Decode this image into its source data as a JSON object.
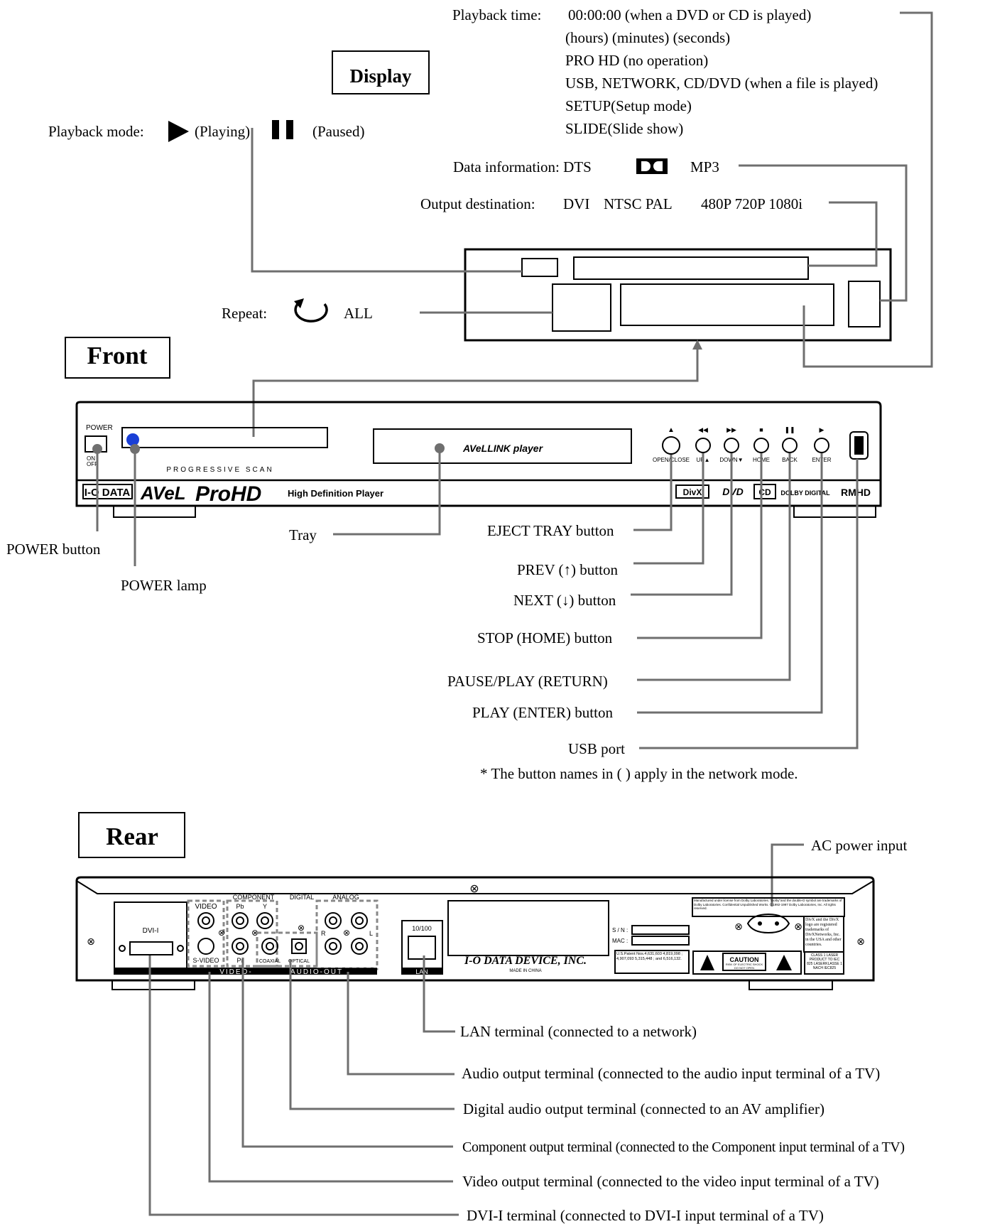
{
  "display": {
    "section_label": "Display",
    "playback_time": {
      "label": "Playback time:",
      "line1": "00:00:00 (when a DVD or CD is played)",
      "line2": "(hours) (minutes) (seconds)",
      "line3": "PRO HD (no operation)",
      "line4": "USB, NETWORK, CD/DVD (when a file is played)",
      "line5": "SETUP(Setup mode)",
      "line6": "SLIDE(Slide show)"
    },
    "playback_mode": {
      "label": "Playback mode:",
      "playing": "(Playing)",
      "paused": "(Paused)"
    },
    "data_information": {
      "label": "Data information: DTS",
      "mp3": "MP3"
    },
    "output_destination": {
      "label": "Output destination:",
      "dvi": "DVI",
      "ntsc_pal": "NTSC PAL",
      "resolutions": "480P 720P 1080i"
    },
    "repeat": {
      "label": "Repeat:",
      "all": "ALL"
    }
  },
  "front": {
    "section_label": "Front",
    "panel": {
      "power": "POWER",
      "on": "ON",
      "off": "OFF",
      "progressive": "PROGRESSIVE SCAN",
      "brand": "I-O DATA",
      "avel": "AVeL",
      "prohd": "ProHD",
      "player_desc": "High Definition Player",
      "tray_logo": "AVeLLINK player",
      "btn_open_close": "OPEN/CLOSE",
      "btn_up": "UP▲",
      "btn_down": "DOWN▼",
      "btn_home": "HOME",
      "btn_back": "BACK",
      "btn_enter": "ENTER",
      "logo_divx": "DivX",
      "logo_dvd": "DVD",
      "logo_cd": "CD",
      "logo_dolby": "DOLBY DIGITAL",
      "logo_rm": "RMHD"
    },
    "labels": {
      "power_button": "POWER button",
      "power_lamp": "POWER lamp",
      "tray": "Tray",
      "eject": "EJECT TRAY button",
      "prev": "PREV (↑) button",
      "next": "NEXT (↓) button",
      "stop": "STOP (HOME) button",
      "pause": "PAUSE/PLAY (RETURN)",
      "play": "PLAY (ENTER) button",
      "usb": "USB port"
    },
    "footnote": "* The button names in ( ) apply in the network mode."
  },
  "rear": {
    "section_label": "Rear",
    "panel": {
      "dvi": "DVI-I",
      "video_out": "VIDEO-OUT",
      "video": "VIDEO",
      "svideo": "S-VIDEO",
      "component": "COMPONENT",
      "pb": "Pb",
      "y": "Y",
      "pr": "Pr",
      "digital": "DIGITAL",
      "analog": "ANALOG",
      "coaxial": "COAXIAL",
      "optical": "OPTICAL",
      "audio_out": "AUDIO-OUT",
      "r": "R",
      "l": "L",
      "lan_speed": "10/100",
      "lan": "LAN",
      "company": "I-O DATA DEVICE, INC.",
      "made_in": "MADE IN CHINA",
      "sn": "S / N :",
      "mac": "MAC :",
      "patent": "U.S.Patent Nos.4,631,603 4,819,098 ; 4,907,093 5,315,448 ; and 6,516,132.",
      "caution": "CAUTION",
      "caution_sub": "RISK OF ELECTRIC SHOCK DO NOT OPEN",
      "dolby_note": "Manufactured under license from Dolby Laboratories. \"Dolby\"and the double-D symbol are trademarks of Dolby Laboratories. Confidential Unpublished Works. © 1992-1997 Dolby Laboratories, Inc. All rights reserved.",
      "divx_note": "DivX and the DivX logo are registered trademarks of DivXNetworks, Inc. in the USA and other countries.",
      "laser_note": "CLASS 1 LASER PRODUCT TO IEC 825 LASERKLASSE 1 NACH IEC825"
    },
    "labels": {
      "ac": "AC power input",
      "lan": "LAN terminal (connected to a network)",
      "audio": "Audio output terminal (connected to the audio input terminal of a TV)",
      "digital": "Digital audio output terminal (connected to an AV amplifier)",
      "component": "Component output terminal (connected to the Component input terminal of a TV)",
      "video": "Video output terminal (connected to the video input terminal of a TV)",
      "dvi": "DVI-I terminal (connected to DVI-I input terminal of a TV)"
    }
  },
  "colors": {
    "lead_line": "#6f6f6f",
    "power_lamp": "#1a3fd6",
    "ink": "#000000"
  }
}
